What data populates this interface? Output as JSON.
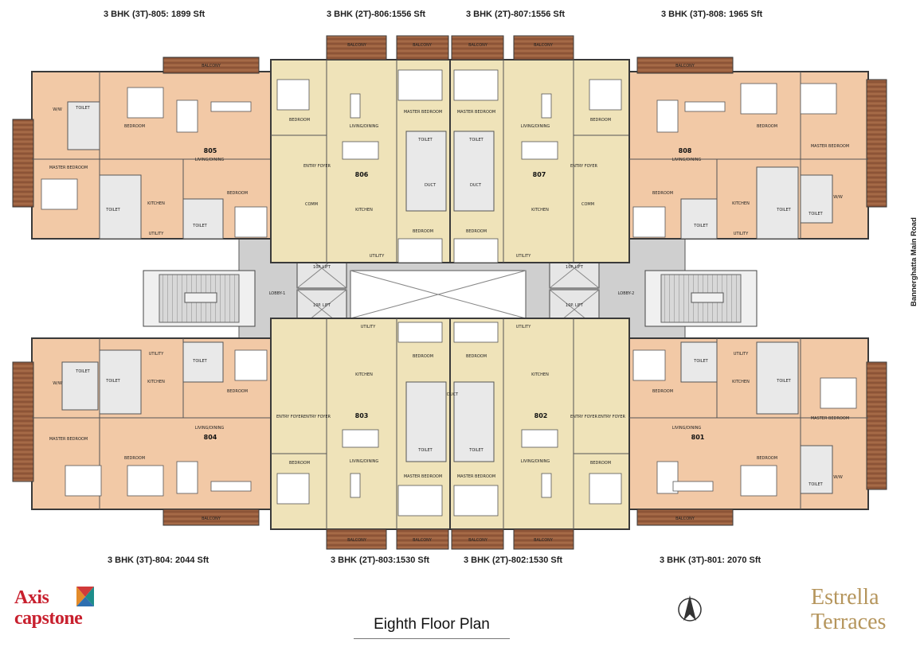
{
  "headers": {
    "u805": "3 BHK (3T)-805: 1899 Sft",
    "u806": "3 BHK (2T)-806:1556 Sft",
    "u807": "3 BHK (2T)-807:1556 Sft",
    "u808": "3 BHK (3T)-808: 1965 Sft",
    "u804": "3 BHK (3T)-804: 2044 Sft",
    "u803": "3 BHK (2T)-803:1530 Sft",
    "u802": "3 BHK (2T)-802:1530 Sft",
    "u801": "3 BHK (3T)-801: 2070 Sft"
  },
  "road_label": "Bannerghatta Main Road",
  "title": "Eighth Floor Plan",
  "brand_left": {
    "line1": "Axis",
    "line2": "capstone"
  },
  "brand_right": {
    "line1": "Estrella",
    "line2": "Terraces"
  },
  "unit_numbers": [
    "805",
    "806",
    "807",
    "808",
    "804",
    "803",
    "802",
    "801"
  ],
  "rooms": {
    "balcony": "BALCONY",
    "master_bedroom": "MASTER BEDROOM",
    "bedroom": "BEDROOM",
    "living_dining": "LIVING/DINING",
    "kitchen": "KITCHEN",
    "utility": "UTILITY",
    "toilet": "TOILET",
    "wiw": "W/W",
    "entry_foyer": "ENTRY FOYER",
    "comm": "COMM",
    "duct": "DUCT",
    "lift": "10P. LIFT",
    "lobby_1": "LOBBY-1",
    "lobby_2": "LOBBY-2"
  },
  "colors": {
    "three_t_unit": "#f2c9a6",
    "two_t_unit": "#efe3b9",
    "core": "#cfcfcf",
    "wall": "#3a3a3a",
    "balcony_wood": "#9a5f3e",
    "axis_red": "#c8202e",
    "estrella_gold": "#b5955c"
  }
}
